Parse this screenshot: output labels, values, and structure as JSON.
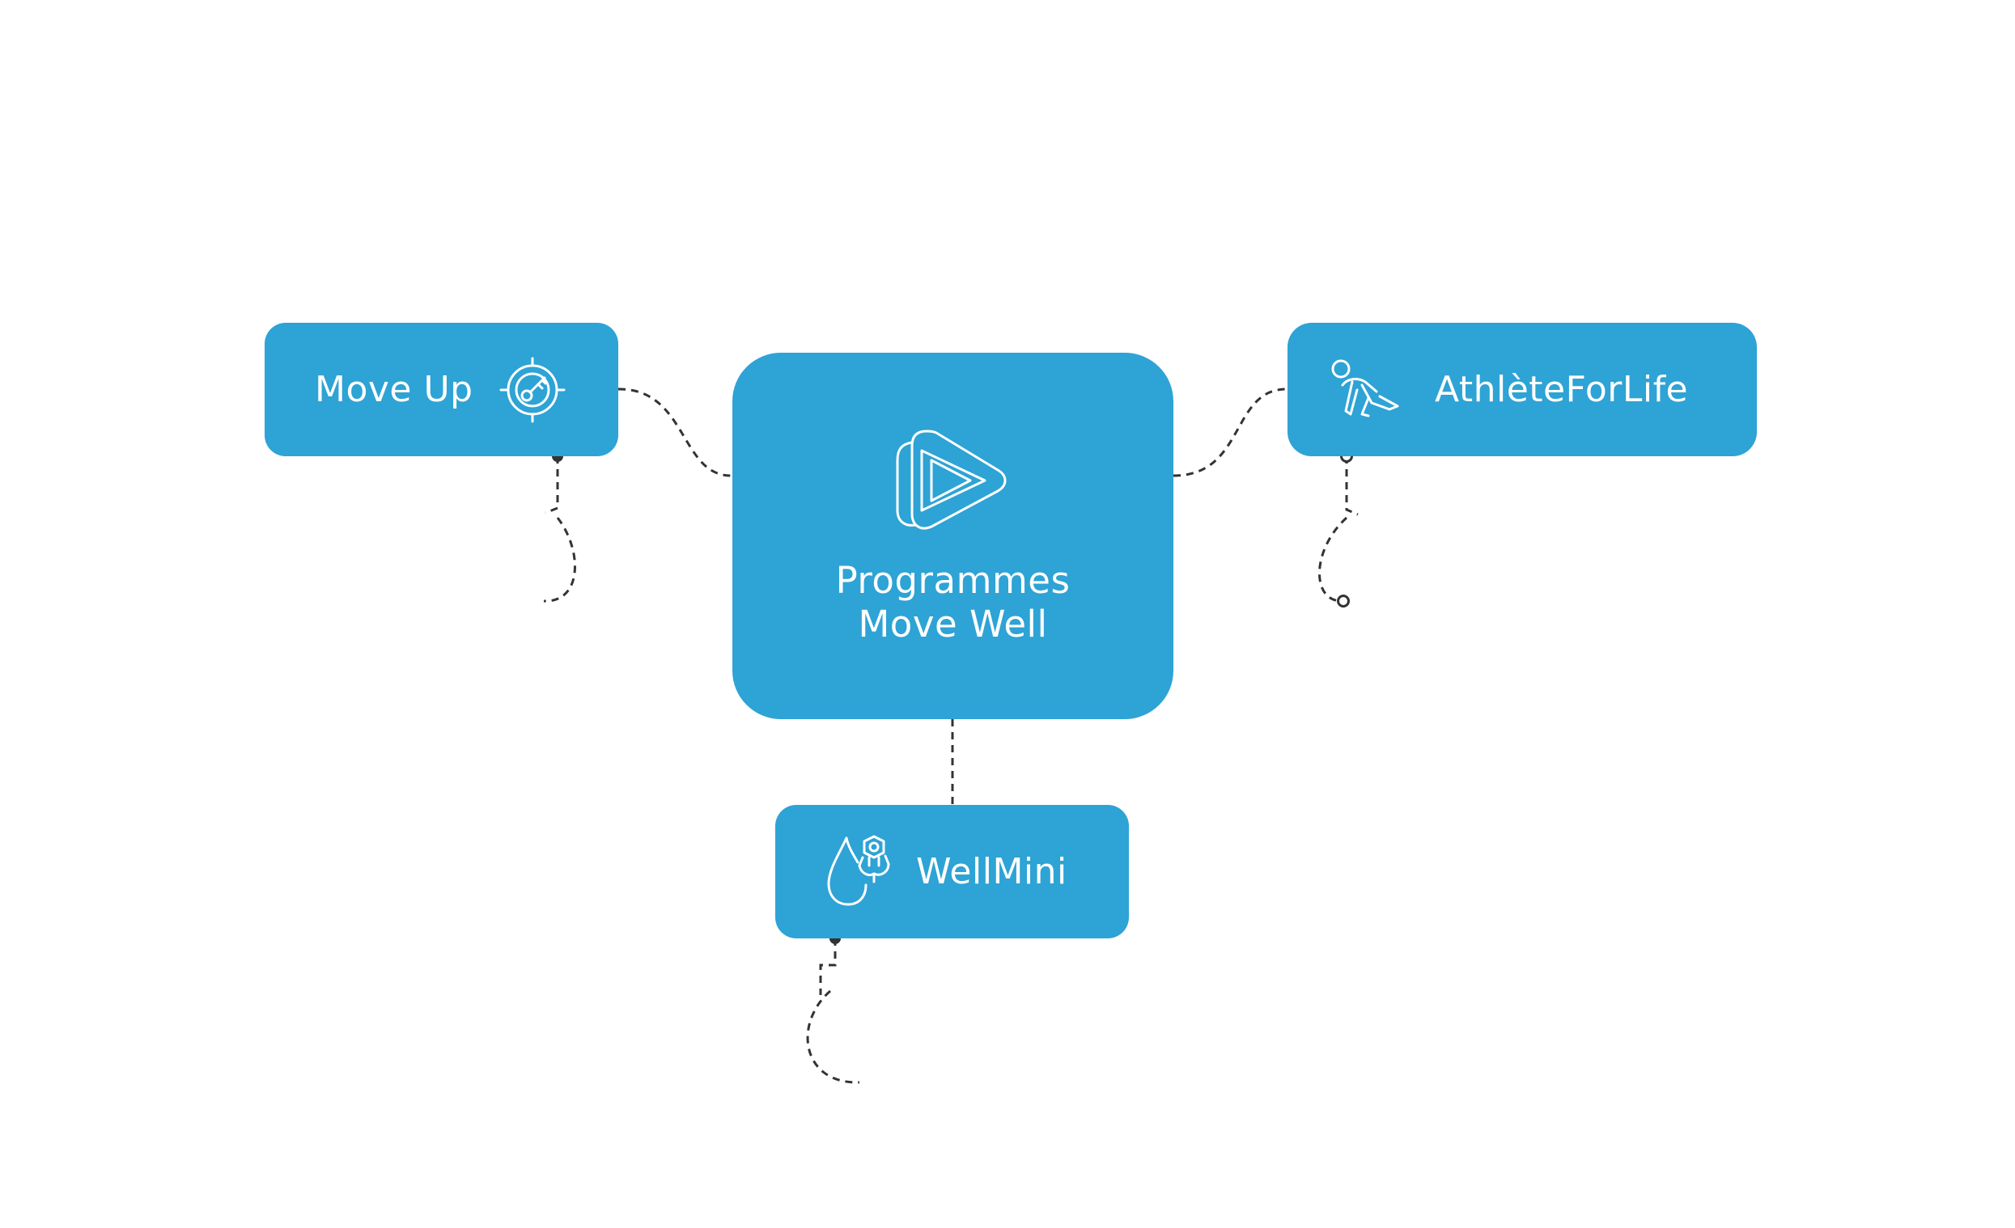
{
  "diagram": {
    "center": {
      "title_line1": "Programmes",
      "title_line2": "Move Well",
      "icon": "play-logo-icon"
    },
    "nodes": [
      {
        "label": "Move Up",
        "icon": "target-key-icon"
      },
      {
        "label": "AthlèteForLife",
        "icon": "sprinter-icon"
      },
      {
        "label": "WellMini",
        "icon": "drop-hand-icon"
      }
    ],
    "colors": {
      "node_fill": "#2ea3d5",
      "node_text": "#ffffff",
      "connector": "#333333",
      "background": "#ffffff"
    }
  }
}
